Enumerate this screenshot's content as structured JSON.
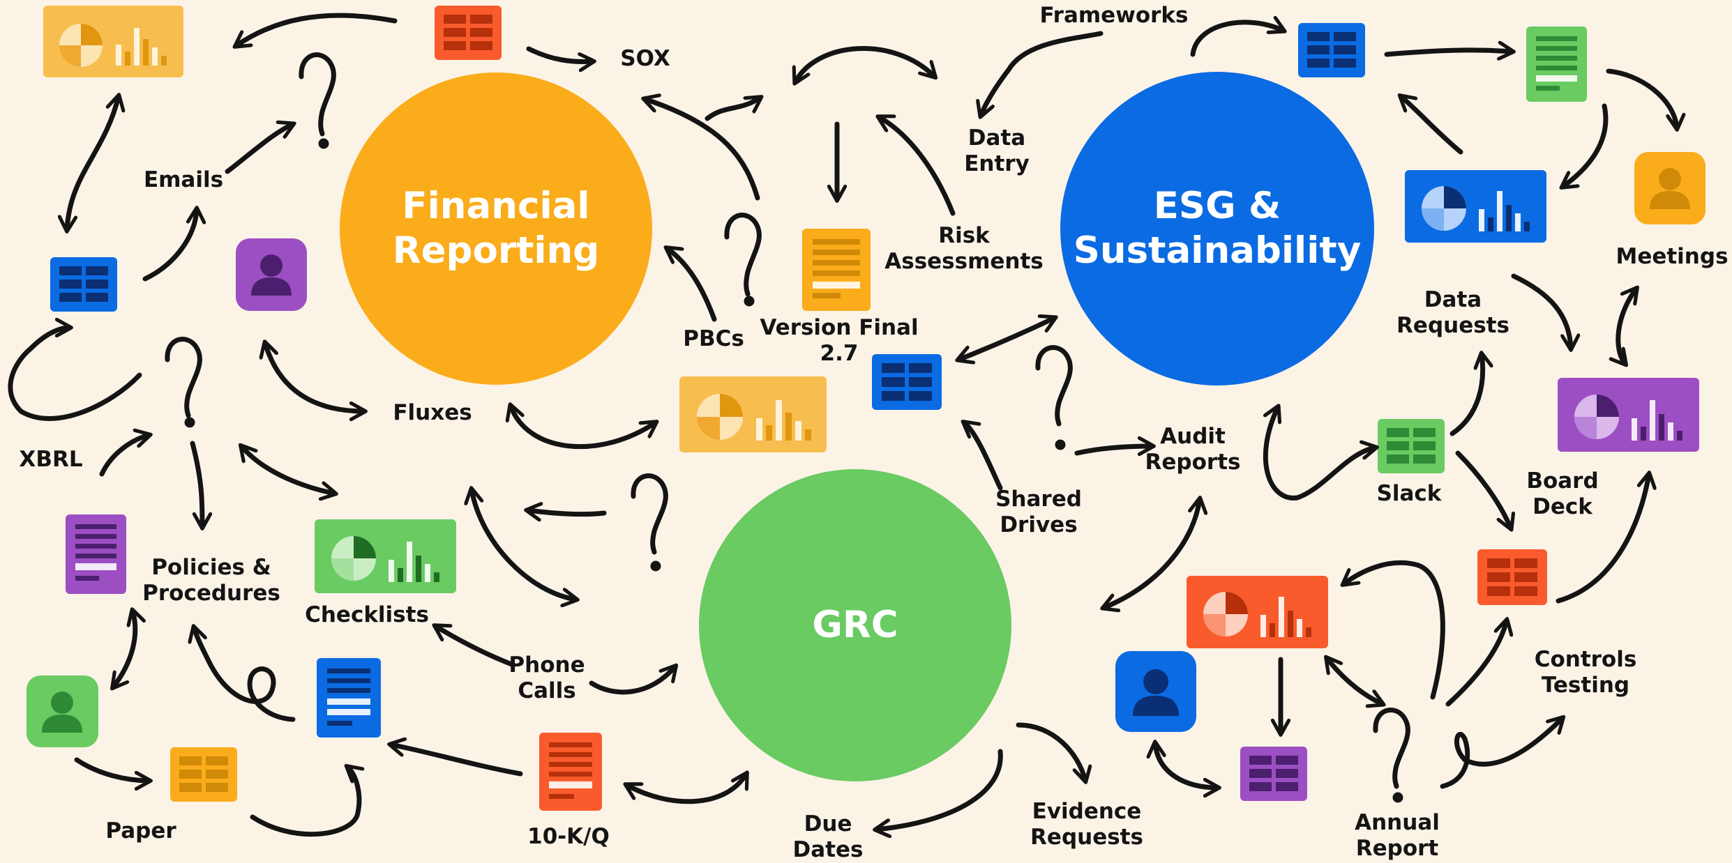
{
  "hubs": {
    "financial": {
      "label": "Financial\nReporting",
      "color": "#FAAC1B"
    },
    "esg": {
      "label": "ESG &\nSustainability",
      "color": "#0B6BE2"
    },
    "grc": {
      "label": "GRC",
      "color": "#69CB62"
    }
  },
  "labels": {
    "sox": "SOX",
    "frameworks": "Frameworks",
    "data_entry": "Data\nEntry",
    "emails": "Emails",
    "risk_assessments": "Risk\nAssessments",
    "meetings": "Meetings",
    "data_requests": "Data\nRequests",
    "pbcs": "PBCs",
    "version_final": "Version Final\n2.7",
    "fluxes": "Fluxes",
    "xbrl": "XBRL",
    "audit_reports": "Audit\nReports",
    "shared_drives": "Shared\nDrives",
    "slack": "Slack",
    "board_deck": "Board\nDeck",
    "policies": "Policies &\nProcedures",
    "checklists": "Checklists",
    "phone_calls": "Phone\nCalls",
    "controls_testing": "Controls\nTesting",
    "paper": "Paper",
    "ten_kq": "10-K/Q",
    "due_dates": "Due\nDates",
    "evidence_requests": "Evidence\nRequests",
    "annual_report": "Annual\nReport"
  },
  "colors": {
    "background": "#FCF3E7",
    "ink": "#141414",
    "orange": "#FAAC1B",
    "light_orange": "#F7BE4F",
    "red": "#F95B2D",
    "blue": "#0B6BE2",
    "dark_blue": "#0A2F74",
    "green": "#69CB62",
    "dark_green": "#1F6C23",
    "purple": "#9C4FC2",
    "dark_purple": "#4B1F6E"
  },
  "icons": [
    "chart-card-icon",
    "spreadsheet-icon",
    "document-icon",
    "person-avatar-icon",
    "question-mark-icon",
    "curved-arrow-icon"
  ]
}
